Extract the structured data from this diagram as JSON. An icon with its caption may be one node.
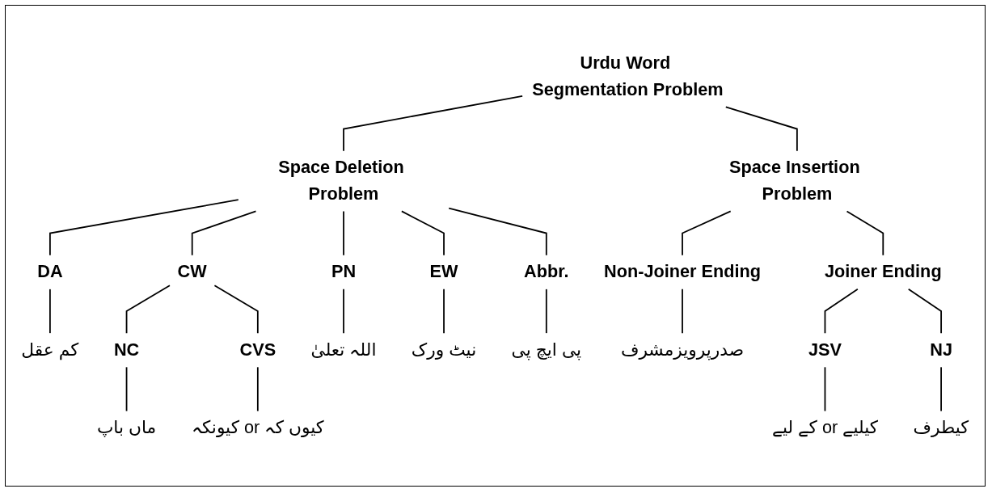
{
  "diagram": {
    "nodes": [
      {
        "text": [
          "Urdu Word Segmentation Problem"
        ]
      },
      {
        "text": [
          "Space Deletion Problem"
        ]
      },
      {
        "text": [
          "Space Insertion Problem"
        ]
      },
      {
        "text": [
          "DA"
        ]
      },
      {
        "text": [
          "CW"
        ]
      },
      {
        "text": [
          "PN"
        ]
      },
      {
        "text": [
          "EW"
        ]
      },
      {
        "text": [
          "Abbr."
        ]
      },
      {
        "text": [
          "Non-Joiner Ending"
        ]
      },
      {
        "text": [
          "Joiner Ending"
        ]
      },
      {
        "text": [
          "کم عقل"
        ]
      },
      {
        "text": [
          "NC"
        ]
      },
      {
        "text": [
          "CVS"
        ]
      },
      {
        "text": [
          "اللہ تعلیٰ"
        ]
      },
      {
        "text": [
          "نیٹ ورک"
        ]
      },
      {
        "text": [
          "پی ایچ پی"
        ]
      },
      {
        "text": [
          "صدرپرویزمشرف"
        ]
      },
      {
        "text": [
          "JSV"
        ]
      },
      {
        "text": [
          "NJ"
        ]
      },
      {
        "text": [
          "ماں باپ"
        ]
      },
      {
        "text": [
          "کیونکہ or کیوں کہ"
        ]
      },
      {
        "text": [
          "کے لیے or کیلیے"
        ]
      },
      {
        "text": [
          "کیطرف"
        ]
      }
    ],
    "edges": [
      {
        "from": 0,
        "to": 1,
        "arrow": "none"
      },
      {
        "from": 0,
        "to": 2,
        "arrow": "none"
      },
      {
        "from": 1,
        "to": 3,
        "arrow": "none"
      },
      {
        "from": 1,
        "to": 4,
        "arrow": "none"
      },
      {
        "from": 1,
        "to": 5,
        "arrow": "none"
      },
      {
        "from": 1,
        "to": 6,
        "arrow": "none"
      },
      {
        "from": 1,
        "to": 7,
        "arrow": "none"
      },
      {
        "from": 2,
        "to": 8,
        "arrow": "none"
      },
      {
        "from": 2,
        "to": 9,
        "arrow": "none"
      },
      {
        "from": 3,
        "to": 10,
        "arrow": "none"
      },
      {
        "from": 4,
        "to": 11,
        "arrow": "none"
      },
      {
        "from": 4,
        "to": 12,
        "arrow": "none"
      },
      {
        "from": 5,
        "to": 13,
        "arrow": "none"
      },
      {
        "from": 6,
        "to": 14,
        "arrow": "none"
      },
      {
        "from": 7,
        "to": 15,
        "arrow": "none"
      },
      {
        "from": 8,
        "to": 16,
        "arrow": "none"
      },
      {
        "from": 9,
        "to": 17,
        "arrow": "none"
      },
      {
        "from": 9,
        "to": 18,
        "arrow": "none"
      },
      {
        "from": 11,
        "to": 19,
        "arrow": "none"
      },
      {
        "from": 12,
        "to": 20,
        "arrow": "none"
      },
      {
        "from": 17,
        "to": 21,
        "arrow": "none"
      },
      {
        "from": 18,
        "to": 22,
        "arrow": "none"
      }
    ]
  }
}
